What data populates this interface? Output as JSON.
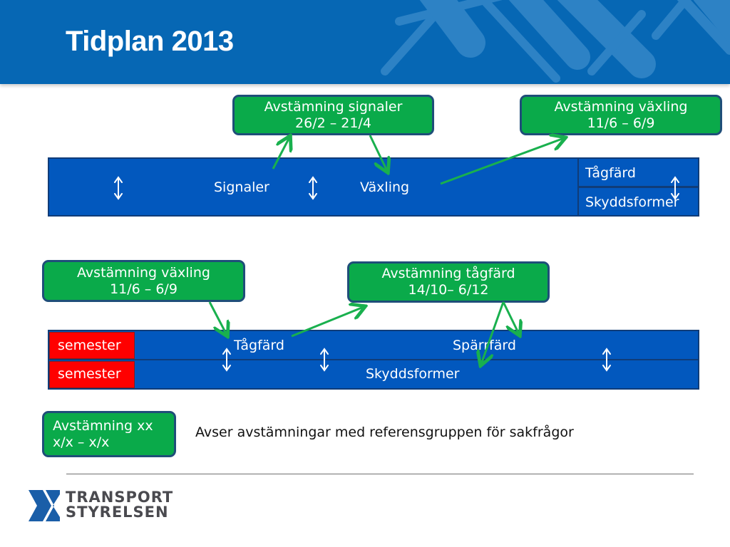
{
  "header": {
    "title": "Tidplan 2013"
  },
  "row1": {
    "callouts": [
      {
        "line1": "Avstämning  signaler",
        "line2": "26/2 – 21/4"
      },
      {
        "line1": "Avstämning  växling",
        "line2": "11/6 – 6/9"
      }
    ],
    "bar": {
      "items": [
        "Signaler",
        "Växling"
      ],
      "right_top": "Tågfärd",
      "right_bottom": "Skyddsformer"
    }
  },
  "row2": {
    "callouts": [
      {
        "line1": "Avstämning  växling",
        "line2": "11/6 – 6/9"
      },
      {
        "line1": "Avstämning  tågfärd",
        "line2": "14/10– 6/12"
      }
    ],
    "bar": {
      "top_left": "semester",
      "bottom_left": "semester",
      "top_items": [
        "Tågfärd",
        "Spärrfärd"
      ],
      "bottom_item": "Skyddsformer"
    }
  },
  "legend": {
    "box_line1": "Avstämning xx",
    "box_line2": "x/x – x/x",
    "description": "Avser avstämningar med referensgruppen för sakfrågor"
  },
  "footer": {
    "logo_line1": "TRANSPORT",
    "logo_line2": "STYRELSEN"
  },
  "colors": {
    "header_blue": "#0667b4",
    "bar_blue": "#0258be",
    "callout_green": "#0aaa4a",
    "arrow_green": "#19b04e",
    "semester_red": "#ff0000",
    "border_navy": "#1f4e79"
  },
  "icons": {
    "double_arrow": "up-down-arrow-icon",
    "connector": "green-arrow-icon"
  }
}
